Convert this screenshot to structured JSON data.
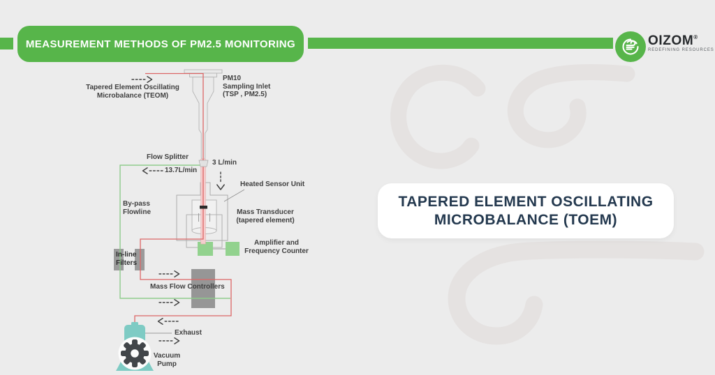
{
  "header": {
    "title": "MEASUREMENT METHODS OF PM2.5 MONITORING"
  },
  "logo": {
    "brand": "OIZOM",
    "trademark": "®",
    "tagline": "REDEFINING RESOURCES"
  },
  "title_card": {
    "line1": "TAPERED ELEMENT OSCILLATING",
    "line2": "MICROBALANCE (TOEM)"
  },
  "diagram": {
    "labels": {
      "teom": "Tapered Element Oscillating\nMicrobalance (TEOM)",
      "pm10_inlet": "PM10\nSampling Inlet\n(TSP , PM2.5)",
      "flow_splitter": "Flow Splitter",
      "bypass_rate": "13.7L/min",
      "main_rate": "3 L/min",
      "heated_sensor_unit": "Heated Sensor Unit",
      "bypass_flowline": "By-pass\nFlowline",
      "mass_transducer": "Mass Transducer\n(tapered element)",
      "amplifier": "Amplifier and\nFrequency Counter",
      "inline_filters": "In-line\nFilters",
      "mass_flow_controllers": "Mass Flow Controllers",
      "exhaust": "Exhaust",
      "vacuum_pump": "Vacuum\nPump"
    },
    "colors": {
      "accent_green": "#57b54a",
      "navy_text": "#24394f",
      "sample_line_red": "#dc6666",
      "tube_pink": "#f5cdcd",
      "bypass_line_green": "#8fcb8b",
      "equipment_gray": "#8d8d8d",
      "amplifier_green": "#92d28e",
      "pump_teal": "#7ecbc4",
      "gear_dark": "#42464a",
      "background": "#ececec",
      "watermark": "#e5e2e1"
    }
  }
}
